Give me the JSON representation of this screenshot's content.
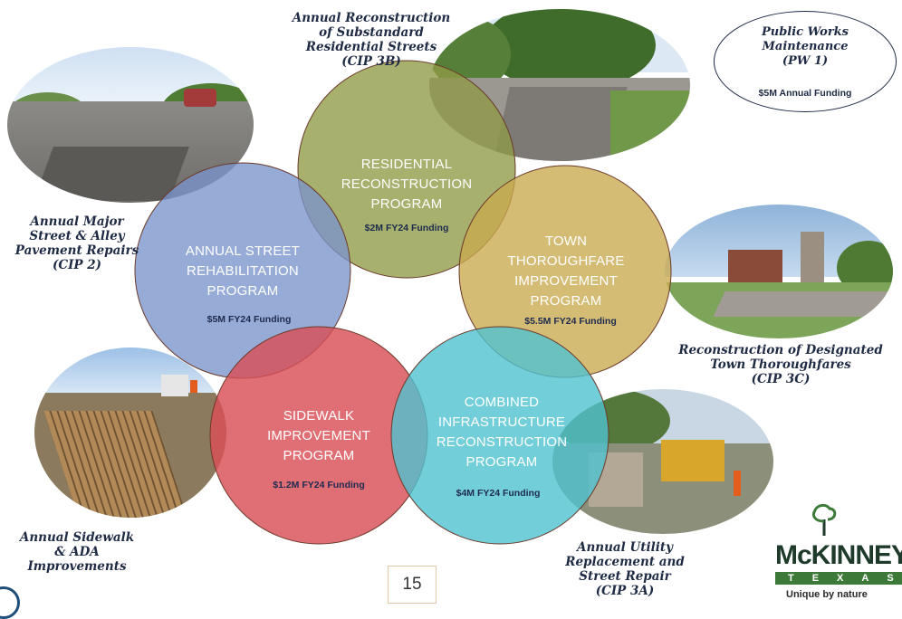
{
  "public_works": {
    "title_lines": [
      "Public Works",
      "Maintenance",
      "(PW 1)"
    ],
    "funding": "$5M Annual Funding"
  },
  "captions": {
    "top": [
      "Annual Reconstruction",
      "of Substandard",
      "Residential Streets",
      "(CIP 3B)"
    ],
    "left": [
      "Annual Major",
      "Street & Alley",
      "Pavement Repairs",
      "(CIP 2)"
    ],
    "right": [
      "Reconstruction of Designated",
      "Town Thoroughfares",
      "(CIP 3C)"
    ],
    "bottom_left": [
      "Annual Sidewalk",
      "& ADA",
      "Improvements"
    ],
    "bottom_right": [
      "Annual Utility",
      "Replacement and",
      "Street Repair",
      "(CIP 3A)"
    ]
  },
  "programs": {
    "residential": {
      "lines": [
        "RESIDENTIAL",
        "RECONSTRUCTION",
        "PROGRAM"
      ],
      "funding": "$2M FY24 Funding",
      "color": "#8f9a45"
    },
    "annual": {
      "lines": [
        "ANNUAL STREET",
        "REHABILITATION",
        "PROGRAM"
      ],
      "funding": "$5M FY24 Funding",
      "color": "#7a94cc"
    },
    "town": {
      "lines": [
        "TOWN",
        "THOROUGHFARE",
        "IMPROVEMENT",
        "PROGRAM"
      ],
      "funding": "$5.5M FY24 Funding",
      "color": "#c9a94e"
    },
    "sidewalk": {
      "lines": [
        "SIDEWALK",
        "IMPROVEMENT",
        "PROGRAM"
      ],
      "funding": "$1.2M FY24 Funding",
      "color": "#d94f57"
    },
    "combined": {
      "lines": [
        "COMBINED",
        "INFRASTRUCTURE",
        "RECONSTRUCTION",
        "PROGRAM"
      ],
      "funding": "$4M FY24 Funding",
      "color": "#4fc2cf"
    }
  },
  "page_number": "15",
  "logo": {
    "name": "McKINNEY",
    "state": "TEXAS",
    "tagline": "Unique by nature"
  }
}
